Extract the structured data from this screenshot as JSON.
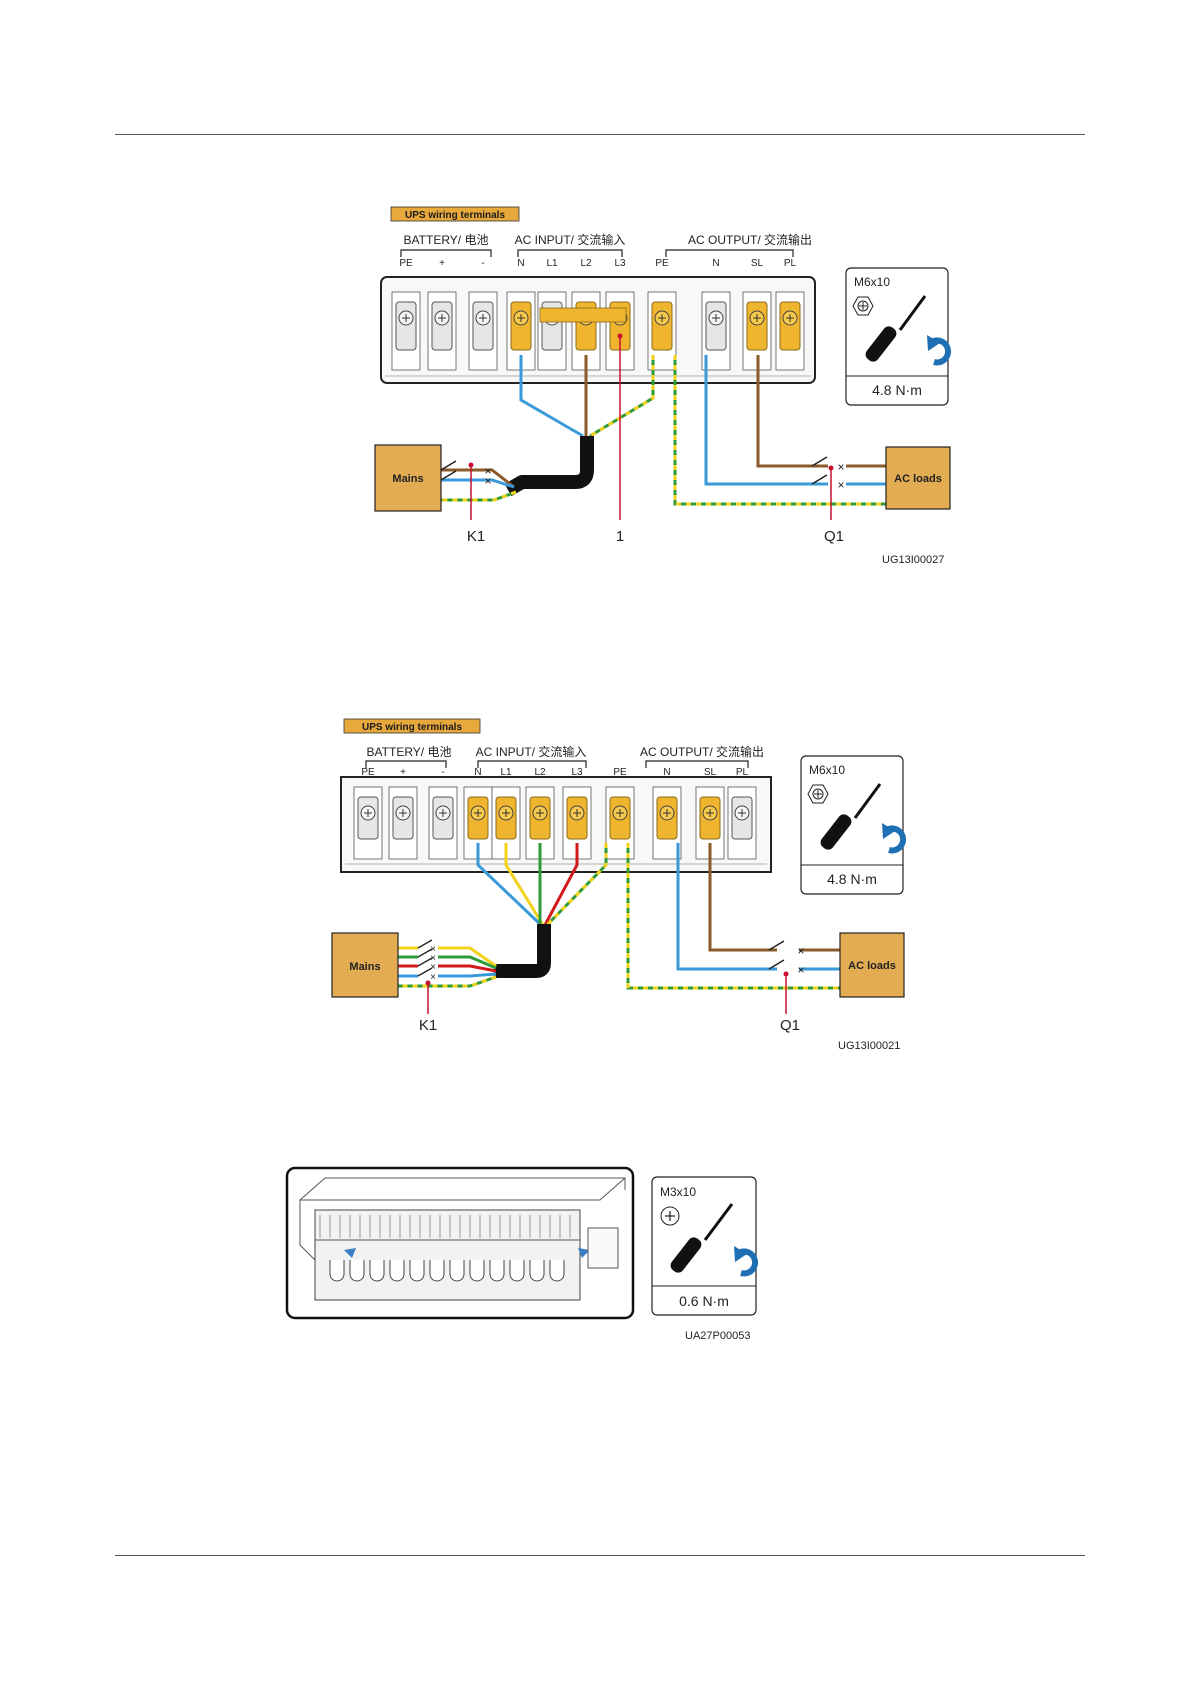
{
  "figure1": {
    "header": "UPS wiring terminals",
    "groups": {
      "battery": "BATTERY/ 电池",
      "ac_input": "AC INPUT/ 交流输入",
      "ac_output": "AC OUTPUT/ 交流输出"
    },
    "terminals": [
      "PE",
      "+",
      "-",
      "N",
      "L1",
      "L2",
      "L3",
      "PE",
      "N",
      "SL",
      "PL"
    ],
    "mains": "Mains",
    "ac_loads": "AC loads",
    "callouts": {
      "k1": "K1",
      "one": "1",
      "q1": "Q1"
    },
    "screw": "M6x10",
    "torque": "4.8 N·m",
    "code": "UG13I00027"
  },
  "figure2": {
    "header": "UPS wiring terminals",
    "groups": {
      "battery": "BATTERY/ 电池",
      "ac_input": "AC INPUT/ 交流输入",
      "ac_output": "AC OUTPUT/ 交流输出"
    },
    "terminals": [
      "PE",
      "+",
      "-",
      "N",
      "L1",
      "L2",
      "L3",
      "PE",
      "N",
      "SL",
      "PL"
    ],
    "mains": "Mains",
    "ac_loads": "AC loads",
    "callouts": {
      "k1": "K1",
      "q1": "Q1"
    },
    "screw": "M6x10",
    "torque": "4.8 N·m",
    "code": "UG13I00021"
  },
  "figure3": {
    "screw": "M3x10",
    "torque": "0.6 N·m",
    "code": "UA27P00053"
  },
  "colors": {
    "header_fill": "#e8a93c",
    "box_fill": "#e3ac53",
    "terminal_fill": "#f0b52e",
    "blue": "#3a9ad9",
    "brown": "#8b5a2b",
    "green": "#2f9a3a",
    "yellow": "#f2d21a",
    "red": "#d21a1a",
    "callout": "#c8102e",
    "torque_arrow": "#1f6fb5"
  }
}
